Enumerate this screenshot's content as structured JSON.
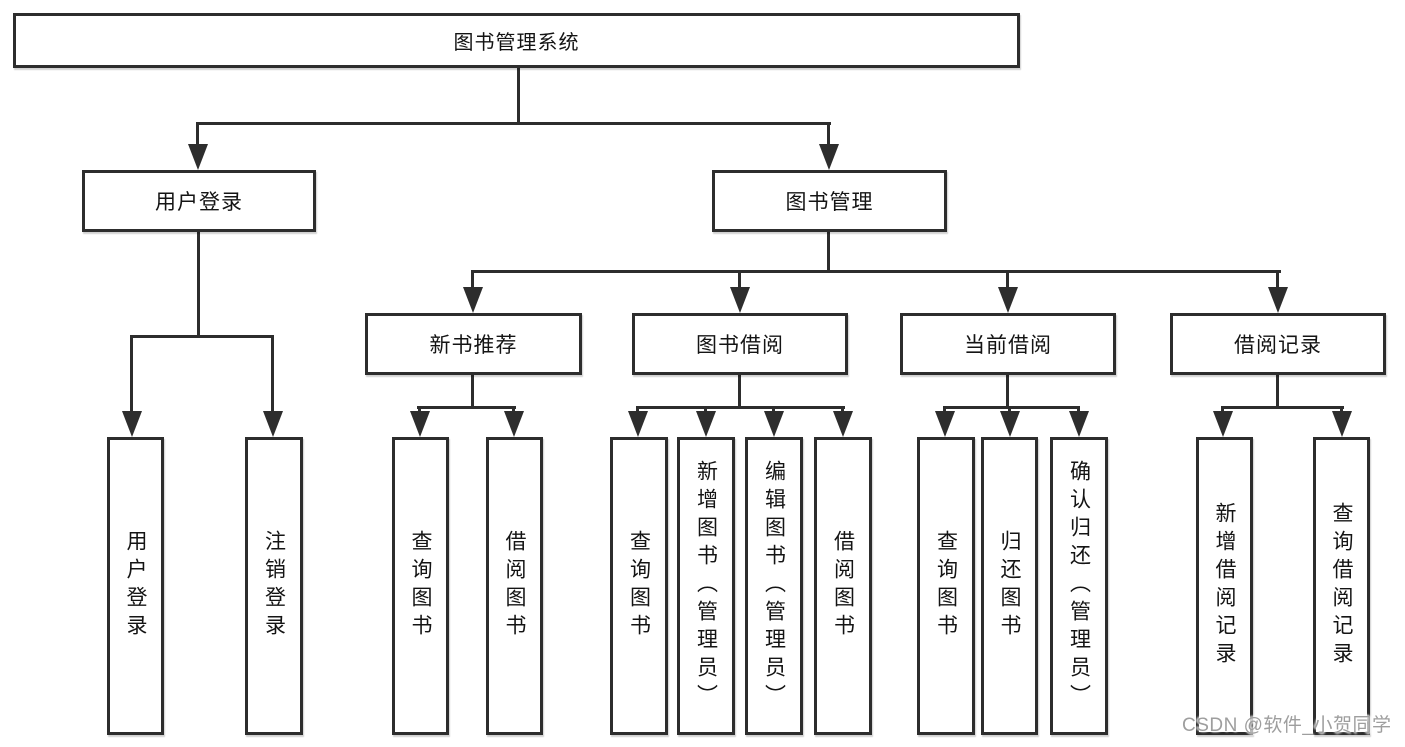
{
  "nodes": {
    "root": "图书管理系统",
    "user_login": "用户登录",
    "book_mgmt": "图书管理",
    "new_book_rec": "新书推荐",
    "book_borrow": "图书借阅",
    "current_borrow": "当前借阅",
    "borrow_record": "借阅记录",
    "ul_user_login": "用户登录",
    "ul_logout": "注销登录",
    "nbr_query_book": "查询图书",
    "nbr_borrow_book": "借阅图书",
    "bb_query_book": "查询图书",
    "bb_add_book": "新增图书（管理员）",
    "bb_edit_book": "编辑图书（管理员）",
    "bb_borrow_book": "借阅图书",
    "cb_query_book": "查询图书",
    "cb_return_book": "归还图书",
    "cb_confirm_return": "确认归还（管理员）",
    "br_add_record": "新增借阅记录",
    "br_query_record": "查询借阅记录"
  },
  "watermark": "CSDN @软件_小贺同学",
  "colors": {
    "line": "#2d2d2d",
    "text": "#141414",
    "watermark": "#9e9e9e",
    "background": "#ffffff"
  }
}
